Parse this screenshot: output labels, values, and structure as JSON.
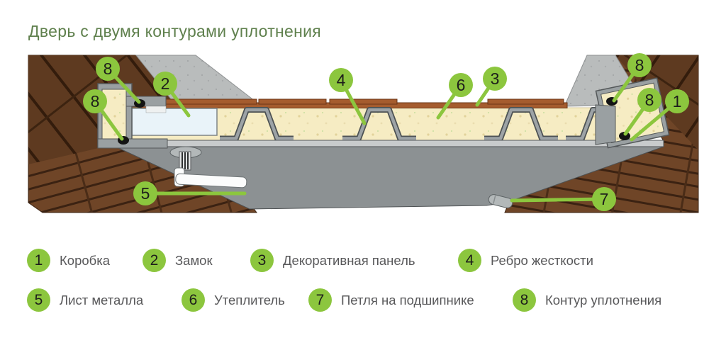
{
  "header": {
    "title": "Дверь с двумя контурами уплотнения"
  },
  "colors": {
    "accent": "#8cc63e",
    "title_text": "#5f804d",
    "legend_text": "#58585a",
    "badge_number": "#1d1d1b",
    "brick": "#6f4527",
    "brick_dark": "#5e3a20",
    "insulation": "#f6ecc3",
    "decor_panel": "#a55c2e",
    "metal_dark": "#8c9193",
    "metal_light": "#c8cbcc",
    "concrete": "#b9bcbc",
    "seal": "#141414"
  },
  "diagram": {
    "callouts": [
      {
        "label": "8"
      },
      {
        "label": "2"
      },
      {
        "label": "8"
      },
      {
        "label": "4"
      },
      {
        "label": "6"
      },
      {
        "label": "3"
      },
      {
        "label": "8"
      },
      {
        "label": "8"
      },
      {
        "label": "1"
      },
      {
        "label": "5"
      },
      {
        "label": "7"
      }
    ]
  },
  "legend": {
    "items": [
      {
        "num": "1",
        "label": "Коробка"
      },
      {
        "num": "2",
        "label": "Замок"
      },
      {
        "num": "3",
        "label": "Декоративная панель"
      },
      {
        "num": "4",
        "label": "Ребро жесткости"
      },
      {
        "num": "5",
        "label": "Лист металла"
      },
      {
        "num": "6",
        "label": "Утеплитель"
      },
      {
        "num": "7",
        "label": "Петля на подшипнике"
      },
      {
        "num": "8",
        "label": "Контур уплотнения"
      }
    ]
  }
}
